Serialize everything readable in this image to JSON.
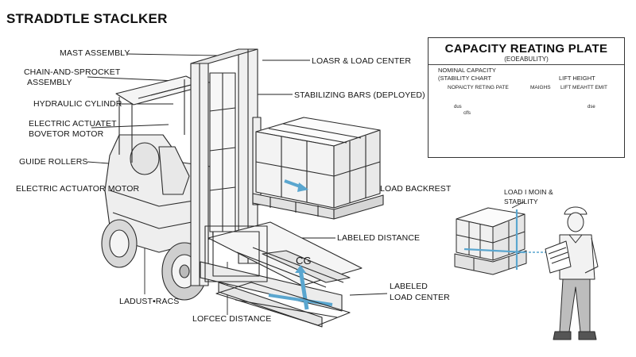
{
  "title": "STRADDTLE STACLKER",
  "labels": {
    "mast_assembly": "MAST ASSEMBLY",
    "chain_sprocket_1": "CHAIN-AND-SPROCKET",
    "chain_sprocket_2": "ASSEMBLY",
    "hydraulic_cylinder": "HYDRAULIC CYLINDR",
    "electric_actuator_1": "ELECTRIC ACTUATET",
    "electric_actuator_2": "BOVETOR MOTOR",
    "guide_rollers": "GUIDE ROLLERS",
    "electric_actuator_motor": "ELECTRIC ACTUATOR MOTOR",
    "ladust_racs": "LADUST•RACS",
    "lofcec_distance": "LOFCEC DISTANCE",
    "loasr_load_center": "LOASR & LOAD CENTER",
    "stabilizing_bars": "STABILIZING BARS (DEPLOYED)",
    "load_backrest": "LOAD BACKREST",
    "labeled_distance": "LABELED DISTANCE",
    "cg": "CG",
    "labeled_load_center_1": "LABELED",
    "labeled_load_center_2": "LOAD CENTER",
    "load_moin_1": "LOAD I MOIN &",
    "load_moin_2": "STABILITY"
  },
  "plate": {
    "title": "CAPACITY  REATING PLATE",
    "subtitle": "(EOEABULITY)",
    "nominal_1": "NOMINAL CAPACITY",
    "nominal_2": "(STABILITY CHART",
    "lift_height": "LIFT HEIGHT",
    "col_1": "NOPAICTY RETING PATE",
    "col_2": "MAIGHS",
    "col_3": "LIFT MEAHTT EMIT",
    "tiny_1": "dus",
    "tiny_2": "clfs",
    "tiny_3": "dse"
  },
  "colors": {
    "ink": "#2a2a2a",
    "accent": "#5aa6cf",
    "curve": "#a04030"
  }
}
